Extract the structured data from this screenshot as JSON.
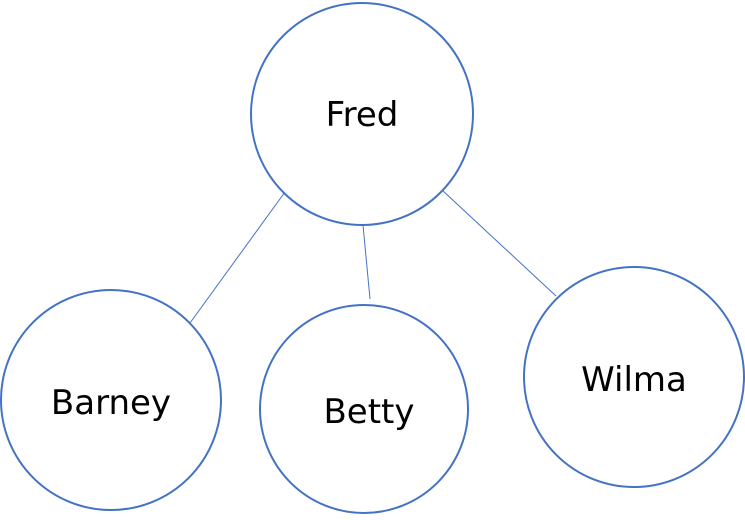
{
  "colors": {
    "node_stroke": "#4472C4",
    "edge_stroke": "#4472C4",
    "label": "#000000",
    "background": "#FFFFFF"
  },
  "nodes": {
    "fred": {
      "label": "Fred"
    },
    "barney": {
      "label": "Barney"
    },
    "betty": {
      "label": "Betty"
    },
    "wilma": {
      "label": "Wilma"
    }
  },
  "edges": [
    {
      "from": "fred",
      "to": "barney"
    },
    {
      "from": "fred",
      "to": "betty"
    },
    {
      "from": "fred",
      "to": "wilma"
    }
  ]
}
